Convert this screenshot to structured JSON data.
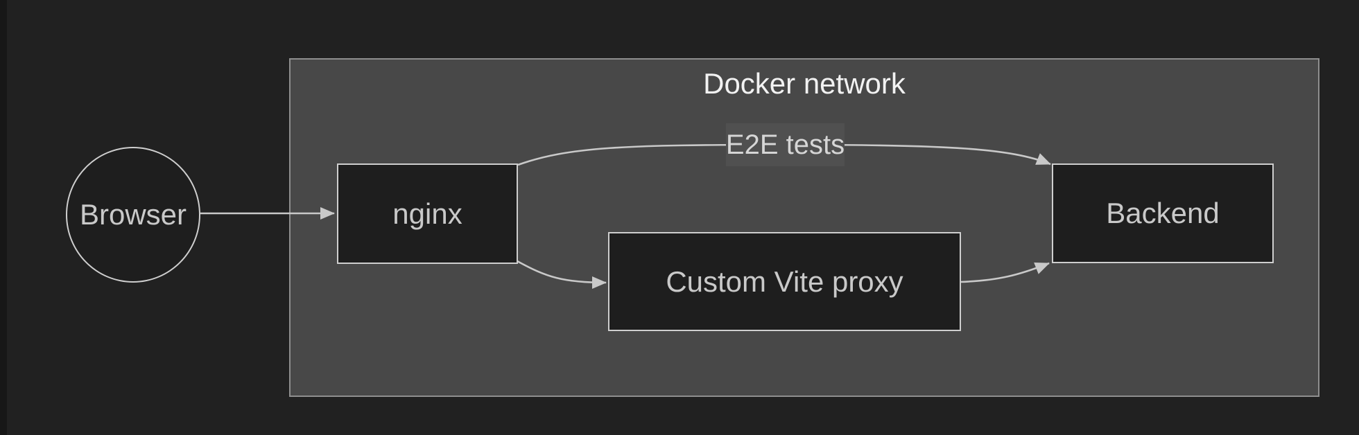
{
  "diagram": {
    "title": "Docker network",
    "nodes": {
      "browser": {
        "label": "Browser",
        "shape": "circle"
      },
      "nginx": {
        "label": "nginx",
        "shape": "rect"
      },
      "proxy": {
        "label": "Custom Vite proxy",
        "shape": "rect"
      },
      "backend": {
        "label": "Backend",
        "shape": "rect"
      }
    },
    "edges": [
      {
        "from": "Browser",
        "to": "nginx",
        "label": ""
      },
      {
        "from": "nginx",
        "to": "Backend",
        "label": "E2E tests"
      },
      {
        "from": "nginx",
        "to": "Custom Vite proxy",
        "label": ""
      },
      {
        "from": "Custom Vite proxy",
        "to": "Backend",
        "label": ""
      }
    ],
    "containment": {
      "container": "Docker network",
      "inside": [
        "nginx",
        "Custom Vite proxy",
        "Backend"
      ],
      "outside": [
        "Browser"
      ]
    },
    "colors": {
      "background": "#212121",
      "left_strip": "#171717",
      "container_fill": "#484848",
      "container_border": "#8f8f8f",
      "title_text": "#f2f2f2",
      "node_fill": "#1e1e1e",
      "node_border": "#cfcfcf",
      "node_text": "#c9c9c9",
      "edge": "#c9c9c9",
      "edge_label_bg": "#505050",
      "edge_label_text": "#d6d6d6"
    }
  }
}
